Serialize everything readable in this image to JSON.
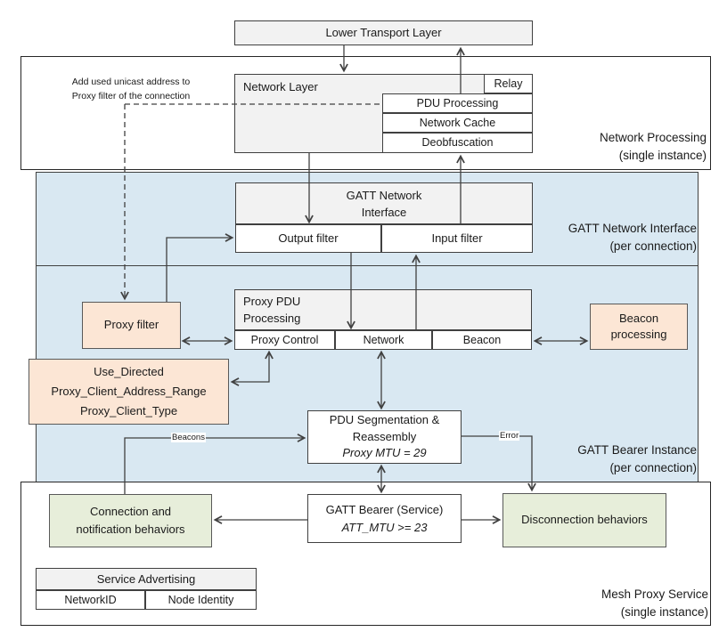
{
  "diagram": {
    "title_hint": "Mesh Proxy Service architecture block diagram",
    "colors": {
      "gray_fill": "#f2f2f2",
      "blue_fill": "#d9e8f2",
      "peach_fill": "#fce6d5",
      "green_fill": "#e7eeda",
      "line": "#404040"
    },
    "nodes": {
      "lower_transport_layer": "Lower Transport Layer",
      "network_layer": "Network Layer",
      "relay": "Relay",
      "pdu_processing": "PDU Processing",
      "network_cache": "Network Cache",
      "deobfuscation": "Deobfuscation",
      "gatt_ni_line1": "GATT Network",
      "gatt_ni_line2": "Interface",
      "output_filter": "Output filter",
      "input_filter": "Input filter",
      "proxy_pdu_line1": "Proxy PDU",
      "proxy_pdu_line2": "Processing",
      "proxy_control": "Proxy Control",
      "network": "Network",
      "beacon": "Beacon",
      "proxy_filter": "Proxy filter",
      "beacon_processing_line1": "Beacon",
      "beacon_processing_line2": "processing",
      "use_directed_line1": "Use_Directed",
      "use_directed_line2": "Proxy_Client_Address_Range",
      "use_directed_line3": "Proxy_Client_Type",
      "pdu_seg_line1": "PDU Segmentation &",
      "pdu_seg_line2": "Reassembly",
      "pdu_seg_line3": "Proxy MTU = 29",
      "gatt_bearer_line1": "GATT Bearer (Service)",
      "gatt_bearer_line2": "ATT_MTU >= 23",
      "connection_line1": "Connection and",
      "connection_line2": "notification behaviors",
      "disconnection": "Disconnection behaviors",
      "service_advertising": "Service Advertising",
      "network_id": "NetworkID",
      "node_identity": "Node Identity"
    },
    "sections": {
      "network_processing_line1": "Network Processing",
      "network_processing_line2": "(single instance)",
      "gatt_ni_line1": "GATT Network Interface",
      "gatt_ni_line2": "(per connection)",
      "gatt_bearer_line1": "GATT Bearer Instance",
      "gatt_bearer_line2": "(per connection)",
      "mesh_proxy_line1": "Mesh Proxy Service",
      "mesh_proxy_line2": "(single instance)"
    },
    "annotation": {
      "line1": "Add used unicast address to",
      "line2": "Proxy filter of the connection"
    },
    "edge_labels": {
      "beacons": "Beacons",
      "error": "Error"
    }
  }
}
